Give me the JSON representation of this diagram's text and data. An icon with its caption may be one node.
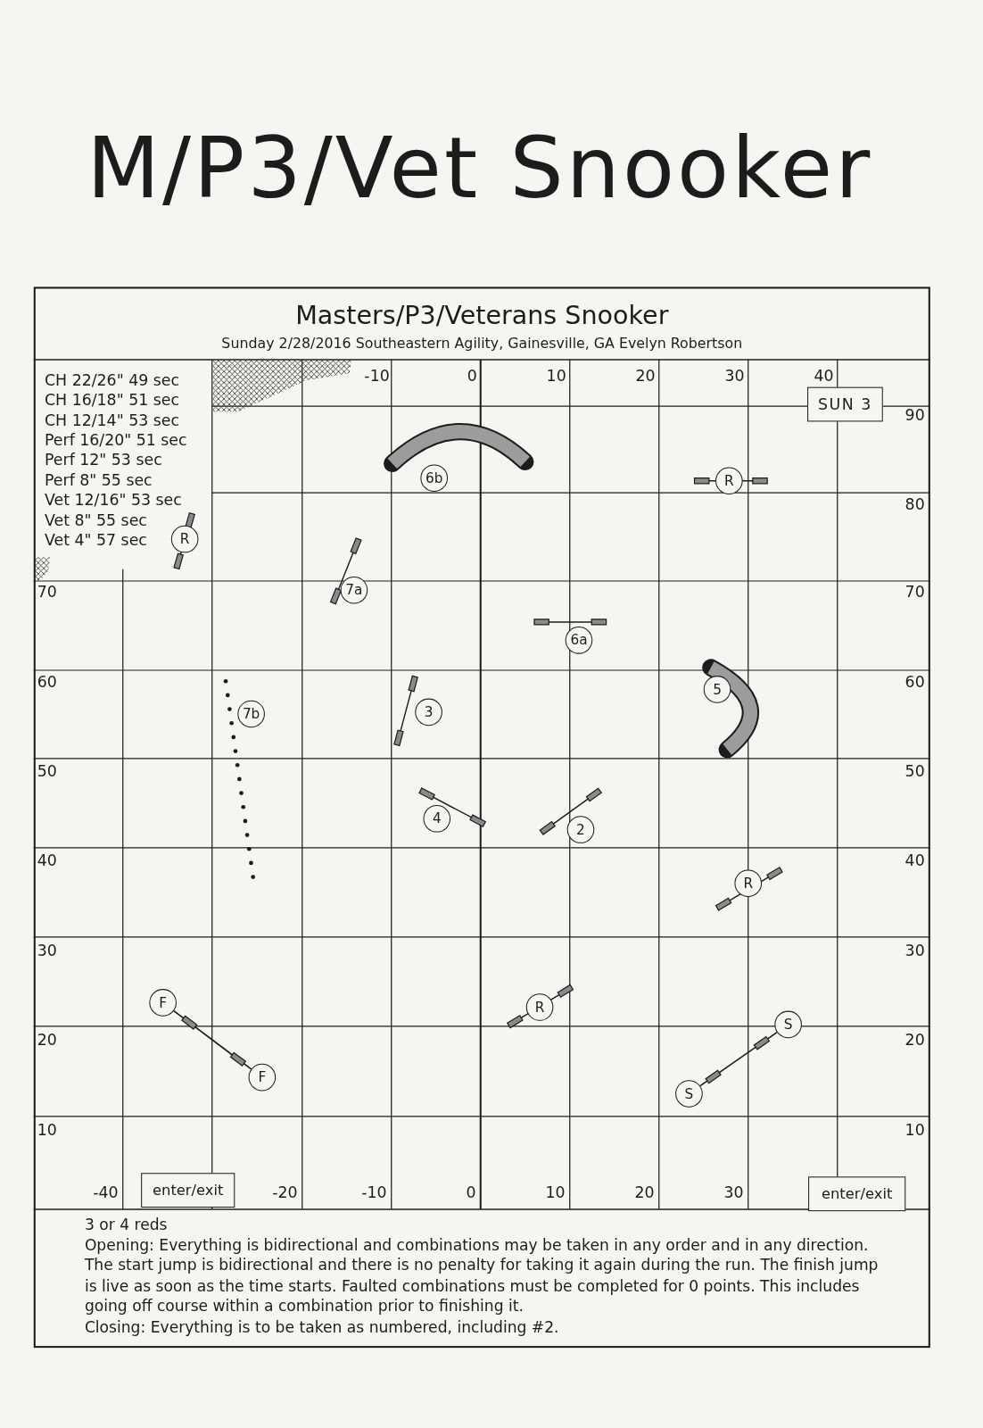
{
  "diagram": {
    "title": "M/P3/Vet Snooker",
    "nodes": [
      {
        "text": [
          "Masters/P3/Veterans Snooker",
          "Sunday 2/28/2016 Southeastern Agility, Gainesville, GA Evelyn Robertson"
        ]
      },
      {
        "text": [
          "SUN 3"
        ],
        "in": 0
      },
      {
        "text": [
          "6b"
        ],
        "in": 0
      },
      {
        "text": [
          "R"
        ],
        "in": 0
      },
      {
        "text": [
          "R"
        ],
        "in": 0
      },
      {
        "text": [
          "7a"
        ],
        "in": 0
      },
      {
        "text": [
          "6a"
        ],
        "in": 0
      },
      {
        "text": [
          "7b"
        ],
        "in": 0
      },
      {
        "text": [
          "3"
        ],
        "in": 0
      },
      {
        "text": [
          "5"
        ],
        "in": 0
      },
      {
        "text": [
          "4"
        ],
        "in": 0
      },
      {
        "text": [
          "2"
        ],
        "in": 0
      },
      {
        "text": [
          "R"
        ],
        "in": 0
      },
      {
        "text": [
          "F"
        ],
        "in": 0
      },
      {
        "text": [
          "R"
        ],
        "in": 0
      },
      {
        "text": [
          "S"
        ],
        "in": 0
      },
      {
        "text": [
          "F"
        ],
        "in": 0
      },
      {
        "text": [
          "S"
        ],
        "in": 0
      },
      {
        "text": [
          "enter/exit"
        ],
        "in": 0
      },
      {
        "text": [
          "enter/exit"
        ],
        "in": 0
      }
    ],
    "edges": [
      {
        "from": 13,
        "to": 16,
        "arrow": "none"
      },
      {
        "from": 15,
        "to": 17,
        "arrow": "none"
      }
    ],
    "labels": [
      "CH 22/26\" 49 sec",
      "CH 16/18\" 51 sec",
      "CH 12/14\" 53 sec",
      "Perf 16/20\" 51 sec",
      "Perf 12\" 53 sec",
      "Perf 8\" 55 sec",
      "Vet 12/16\" 53 sec",
      "Vet 8\" 55 sec",
      "Vet 4\" 57 sec",
      "-10",
      "0",
      "10",
      "20",
      "30",
      "40",
      "90",
      "80",
      "70",
      "70",
      "60",
      "60",
      "50",
      "50",
      "40",
      "40",
      "30",
      "30",
      "20",
      "20",
      "10",
      "10",
      "-40",
      "-20",
      "-10",
      "0",
      "10",
      "20",
      "30",
      "3 or 4 reds",
      "Opening: Everything is bidirectional and combinations may be taken in any order and in any direction. The start jump is bidirectional and there is no penalty for taking it again during the run. The finish jump is live as soon as the time starts. Faulted combinations must be completed for 0 points. This includes going off course within a combination prior to finishing it.",
      "Closing: Everything is to be taken as numbered, including #2."
    ]
  }
}
